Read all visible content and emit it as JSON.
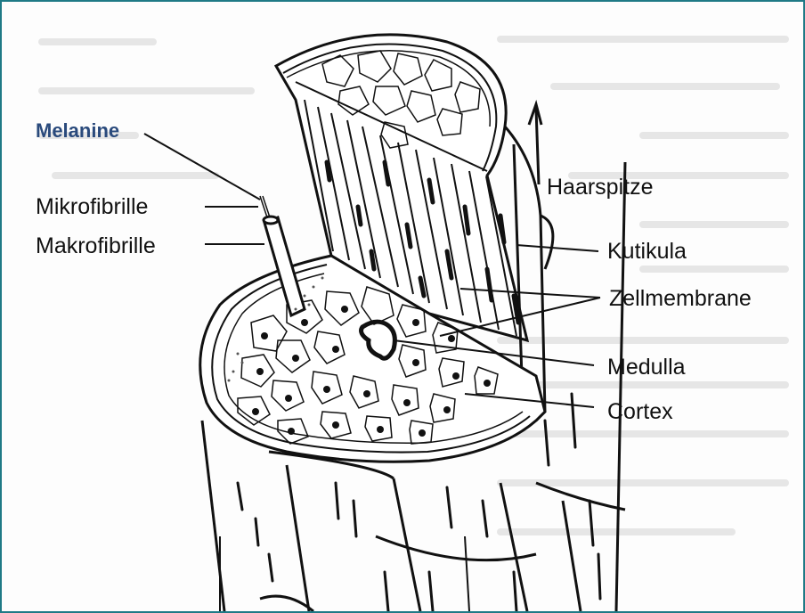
{
  "labels": {
    "melanine": "Melanine",
    "mikrofibrille": "Mikrofibrille",
    "makrofibrille": "Makrofibrille",
    "haarspitze": "Haarspitze",
    "kutikula": "Kutikula",
    "zellmembrane": "Zellmembrane",
    "medulla": "Medulla",
    "cortex": "Cortex"
  },
  "colors": {
    "frame": "#1f7a86",
    "melanine_label": "#2a4a7c",
    "ink": "#111111"
  }
}
